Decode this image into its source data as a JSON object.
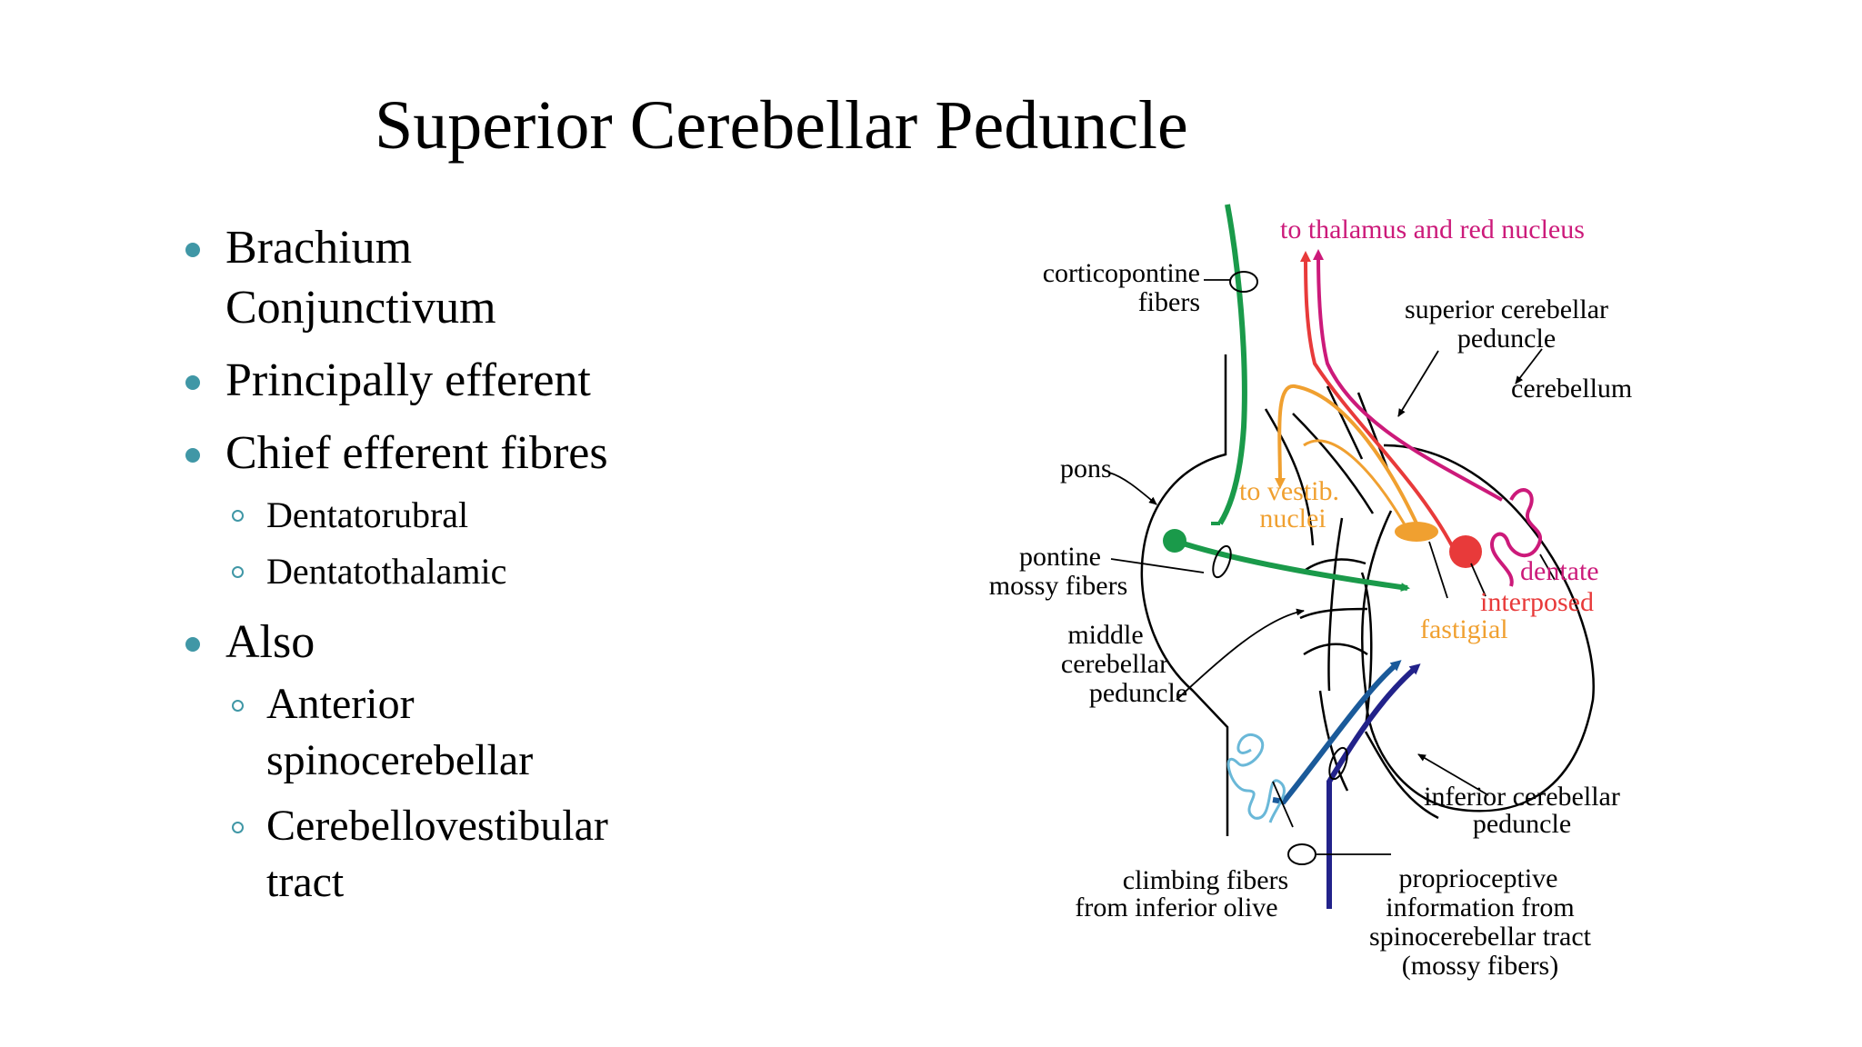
{
  "title": "Superior Cerebellar Peduncle",
  "accent_color": "#4097a6",
  "bullets": [
    {
      "text": "Brachium Conjunctivum"
    },
    {
      "text": "Principally efferent"
    },
    {
      "text": "Chief efferent fibres",
      "sub": [
        {
          "text": "Dentatorubral"
        },
        {
          "text": "Dentatothalamic"
        }
      ]
    },
    {
      "text": "Also",
      "sub": [
        {
          "text": "Anterior spinocerebellar"
        },
        {
          "text": "Cerebellovestibular tract"
        }
      ]
    }
  ],
  "diagram": {
    "labels": {
      "to_thalamus": "to thalamus and red nucleus",
      "corticopontine": [
        "corticopontine",
        "fibers"
      ],
      "superior_peduncle": [
        "superior cerebellar",
        "peduncle"
      ],
      "cerebellum": "cerebellum",
      "pons": "pons",
      "to_vestib": [
        "to vestib.",
        "nuclei"
      ],
      "pontine_mossy": [
        "pontine",
        "mossy fibers"
      ],
      "dentate": "dentate",
      "interposed": "interposed",
      "fastigial": "fastigial",
      "middle_peduncle": [
        "middle",
        "cerebellar",
        "peduncle"
      ],
      "inferior_peduncle": [
        "inferior cerebellar",
        "peduncle"
      ],
      "climbing": [
        "climbing fibers",
        "from inferior olive"
      ],
      "proprioceptive": [
        "proprioceptive",
        "information from",
        "spinocerebellar tract",
        "(mossy fibers)"
      ]
    },
    "colors": {
      "green": "#1a9a4a",
      "magenta": "#cc1a7a",
      "red": "#e83a3a",
      "orange": "#f0a030",
      "blue": "#1a5a9a",
      "navy": "#22228a",
      "lightblue": "#6ab8d8"
    }
  }
}
